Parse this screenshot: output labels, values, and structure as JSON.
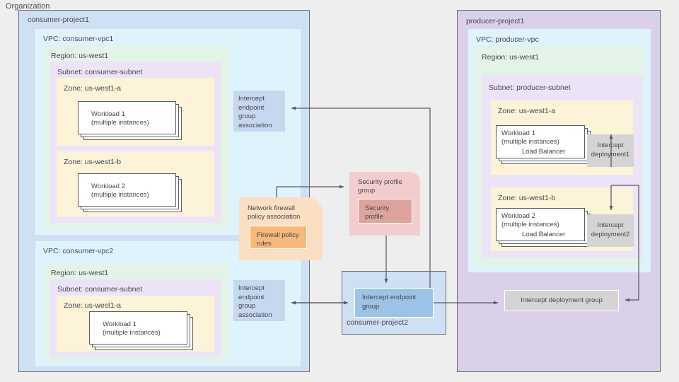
{
  "diagram": {
    "organization_label": "Organization",
    "consumer_project1": {
      "title": "consumer-project1",
      "vpc1": {
        "title": "VPC: consumer-vpc1",
        "region": "Region: us-west1",
        "subnet": "Subnet: consumer-subnet",
        "zone_a": {
          "title": "Zone: us-west1-a",
          "workload": "Workload 1\n(multiple instances)"
        },
        "zone_b": {
          "title": "Zone: us-west1-b",
          "workload": "Workload 2\n(multiple instances)"
        }
      },
      "vpc2": {
        "title": "VPC: consumer-vpc2",
        "region": "Region: us-west1",
        "subnet": "Subnet: consumer-subnet",
        "zone_a": {
          "title": "Zone: us-west1-a",
          "workload": "Workload 1\n(multiple instances)"
        }
      },
      "assoc_top": "Intercept\nendpoint\ngroup\nassociation",
      "assoc_bottom": "Intercept\nendpoint\ngroup\nassociation"
    },
    "middle": {
      "firewall": {
        "title": "Network firewall\npolicy association",
        "rules": "Firewall policy\nrules"
      },
      "security": {
        "title": "Security profile\ngroup",
        "profile": "Security\nprofile"
      },
      "consumer_project2": {
        "title": "consumer-project2",
        "intercept_endpoint_group": "Intercept endpoint\ngroup"
      }
    },
    "producer_project1": {
      "title": "producer-project1",
      "vpc": {
        "title": "VPC: producer-vpc",
        "region": "Region: us-west1",
        "subnet": "Subnet: producer-subnet",
        "zone_a": {
          "title": "Zone: us-west1-a",
          "workload": "Workload 1\n(multiple instances)",
          "load_balancer": "Load Balancer",
          "deployment": "Intercept\ndeployment1"
        },
        "zone_b": {
          "title": "Zone: us-west1-b",
          "workload": "Workload 2\n(multiple instances)",
          "load_balancer": "Load Balancer",
          "deployment": "Intercept\ndeployment2"
        }
      },
      "deployment_group": "Intercept deployment group"
    },
    "colors": {
      "canvas": "#eeeeee",
      "consumer_project": "#cfe0f4",
      "producer_project": "#dad0ea",
      "vpc": "#dff3fc",
      "region": "#e3f3e8",
      "subnet": "#ece4f6",
      "zone": "#fcf3d9",
      "association": "#c6d8ef",
      "endpoint_group": "#9cc3e6",
      "firewall": "#fbdfc2",
      "firewall_rules": "#f6b97b",
      "security_group": "#f3cdcd",
      "security_profile": "#dda49d",
      "deployment": "#d4d4d4",
      "connector": "#58585f",
      "text": "#464650"
    }
  }
}
